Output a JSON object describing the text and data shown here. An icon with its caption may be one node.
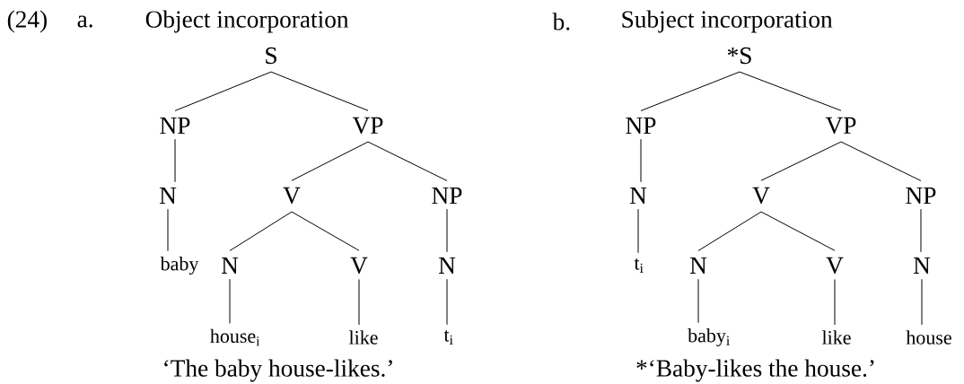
{
  "diagram": {
    "nodes": [
      {
        "text": [
          "S"
        ]
      },
      {
        "text": [
          "NP"
        ]
      },
      {
        "text": [
          "VP"
        ]
      },
      {
        "text": [
          "N"
        ]
      },
      {
        "text": [
          "V"
        ]
      },
      {
        "text": [
          "NP"
        ]
      },
      {
        "text": [
          "baby"
        ]
      },
      {
        "text": [
          "N"
        ]
      },
      {
        "text": [
          "V"
        ]
      },
      {
        "text": [
          "N"
        ]
      },
      {
        "text": [
          "house$_{i}$"
        ]
      },
      {
        "text": [
          "like"
        ]
      },
      {
        "text": [
          "t$_{i}$"
        ]
      },
      {
        "text": [
          "*S"
        ]
      },
      {
        "text": [
          "NP"
        ]
      },
      {
        "text": [
          "VP"
        ]
      },
      {
        "text": [
          "N"
        ]
      },
      {
        "text": [
          "V"
        ]
      },
      {
        "text": [
          "NP"
        ]
      },
      {
        "text": [
          "t$_{i}$"
        ]
      },
      {
        "text": [
          "N"
        ]
      },
      {
        "text": [
          "V"
        ]
      },
      {
        "text": [
          "N"
        ]
      },
      {
        "text": [
          "baby$_{i}$"
        ]
      },
      {
        "text": [
          "like"
        ]
      },
      {
        "text": [
          "house"
        ]
      }
    ],
    "edges": [
      {
        "from": 0,
        "to": 1,
        "arrow": "none"
      },
      {
        "from": 0,
        "to": 2,
        "arrow": "none"
      },
      {
        "from": 1,
        "to": 3,
        "arrow": "none"
      },
      {
        "from": 2,
        "to": 4,
        "arrow": "none"
      },
      {
        "from": 2,
        "to": 5,
        "arrow": "none"
      },
      {
        "from": 3,
        "to": 6,
        "arrow": "none"
      },
      {
        "from": 4,
        "to": 7,
        "arrow": "none"
      },
      {
        "from": 4,
        "to": 8,
        "arrow": "none"
      },
      {
        "from": 5,
        "to": 9,
        "arrow": "none"
      },
      {
        "from": 7,
        "to": 10,
        "arrow": "none"
      },
      {
        "from": 8,
        "to": 11,
        "arrow": "none"
      },
      {
        "from": 9,
        "to": 12,
        "arrow": "none"
      },
      {
        "from": 13,
        "to": 14,
        "arrow": "none"
      },
      {
        "from": 13,
        "to": 15,
        "arrow": "none"
      },
      {
        "from": 14,
        "to": 16,
        "arrow": "none"
      },
      {
        "from": 15,
        "to": 17,
        "arrow": "none"
      },
      {
        "from": 15,
        "to": 18,
        "arrow": "none"
      },
      {
        "from": 16,
        "to": 19,
        "arrow": "none"
      },
      {
        "from": 17,
        "to": 20,
        "arrow": "none"
      },
      {
        "from": 17,
        "to": 21,
        "arrow": "none"
      },
      {
        "from": 18,
        "to": 22,
        "arrow": "none"
      },
      {
        "from": 20,
        "to": 23,
        "arrow": "none"
      },
      {
        "from": 21,
        "to": 24,
        "arrow": "none"
      },
      {
        "from": 22,
        "to": 25,
        "arrow": "none"
      }
    ],
    "labels": [
      "(24)",
      "a.",
      "Object incorporation",
      "b.",
      "Subject incorporation",
      "‘The baby house-likes.’",
      "*‘Baby-likes the house.’"
    ]
  }
}
